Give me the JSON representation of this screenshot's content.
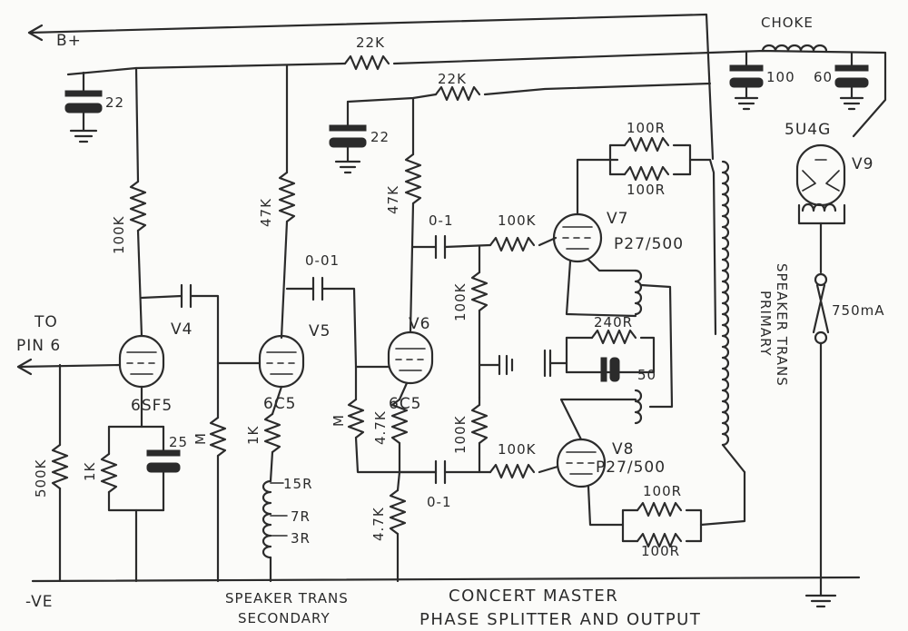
{
  "title": {
    "line1": "CONCERT MASTER",
    "line2": "PHASE SPLITTER AND OUTPUT"
  },
  "rails": {
    "bplus": "B+",
    "negative": "-VE",
    "to_pin": "TO",
    "pin": "PIN 6"
  },
  "tubes": {
    "v4": {
      "id": "V4",
      "type": "6SF5"
    },
    "v5": {
      "id": "V5",
      "type": "6C5"
    },
    "v6": {
      "id": "V6",
      "type": "6C5"
    },
    "v7": {
      "id": "V7",
      "type": "P27/500"
    },
    "v8": {
      "id": "V8",
      "type": "P27/500"
    },
    "v9": {
      "id": "V9",
      "type": "5U4G"
    }
  },
  "resistors": {
    "r_22k_top": "22K",
    "r_22k_mid": "22K",
    "r_100k_v4": "100K",
    "r_47k_v5": "47K",
    "r_47k_v6": "47K",
    "r_100k_g7": "100K",
    "r_100k_g8": "100K",
    "r_100k_gl7": "100K",
    "r_100k_gl8": "100K",
    "r_100r_a": "100R",
    "r_100r_b": "100R",
    "r_100r_c": "100R",
    "r_100r_d": "100R",
    "r_240r": "240R",
    "r_500k": "500K",
    "r_1k_v4": "1K",
    "r_1k_v5": "1K",
    "r_m_v5": "M",
    "r_m_v6": "M",
    "r_47k_cath": "4.7K",
    "r_47k_bot": "4.7K"
  },
  "capacitors": {
    "c_22_left": "22",
    "c_22_mid": "22",
    "c_100": "100",
    "c_60": "60",
    "c_25": "25",
    "c_50": "50",
    "c_001": "0-01",
    "c_01_top": "0-1",
    "c_01_bot": "0-1"
  },
  "transformers": {
    "choke": "CHOKE",
    "primary_line1": "SPEAKER TRANS",
    "primary_line2": "PRIMARY",
    "secondary_line1": "SPEAKER TRANS",
    "secondary_line2": "SECONDARY",
    "tap_15": "15R",
    "tap_7": "7R",
    "tap_3": "3R"
  },
  "fuse": "750mA"
}
